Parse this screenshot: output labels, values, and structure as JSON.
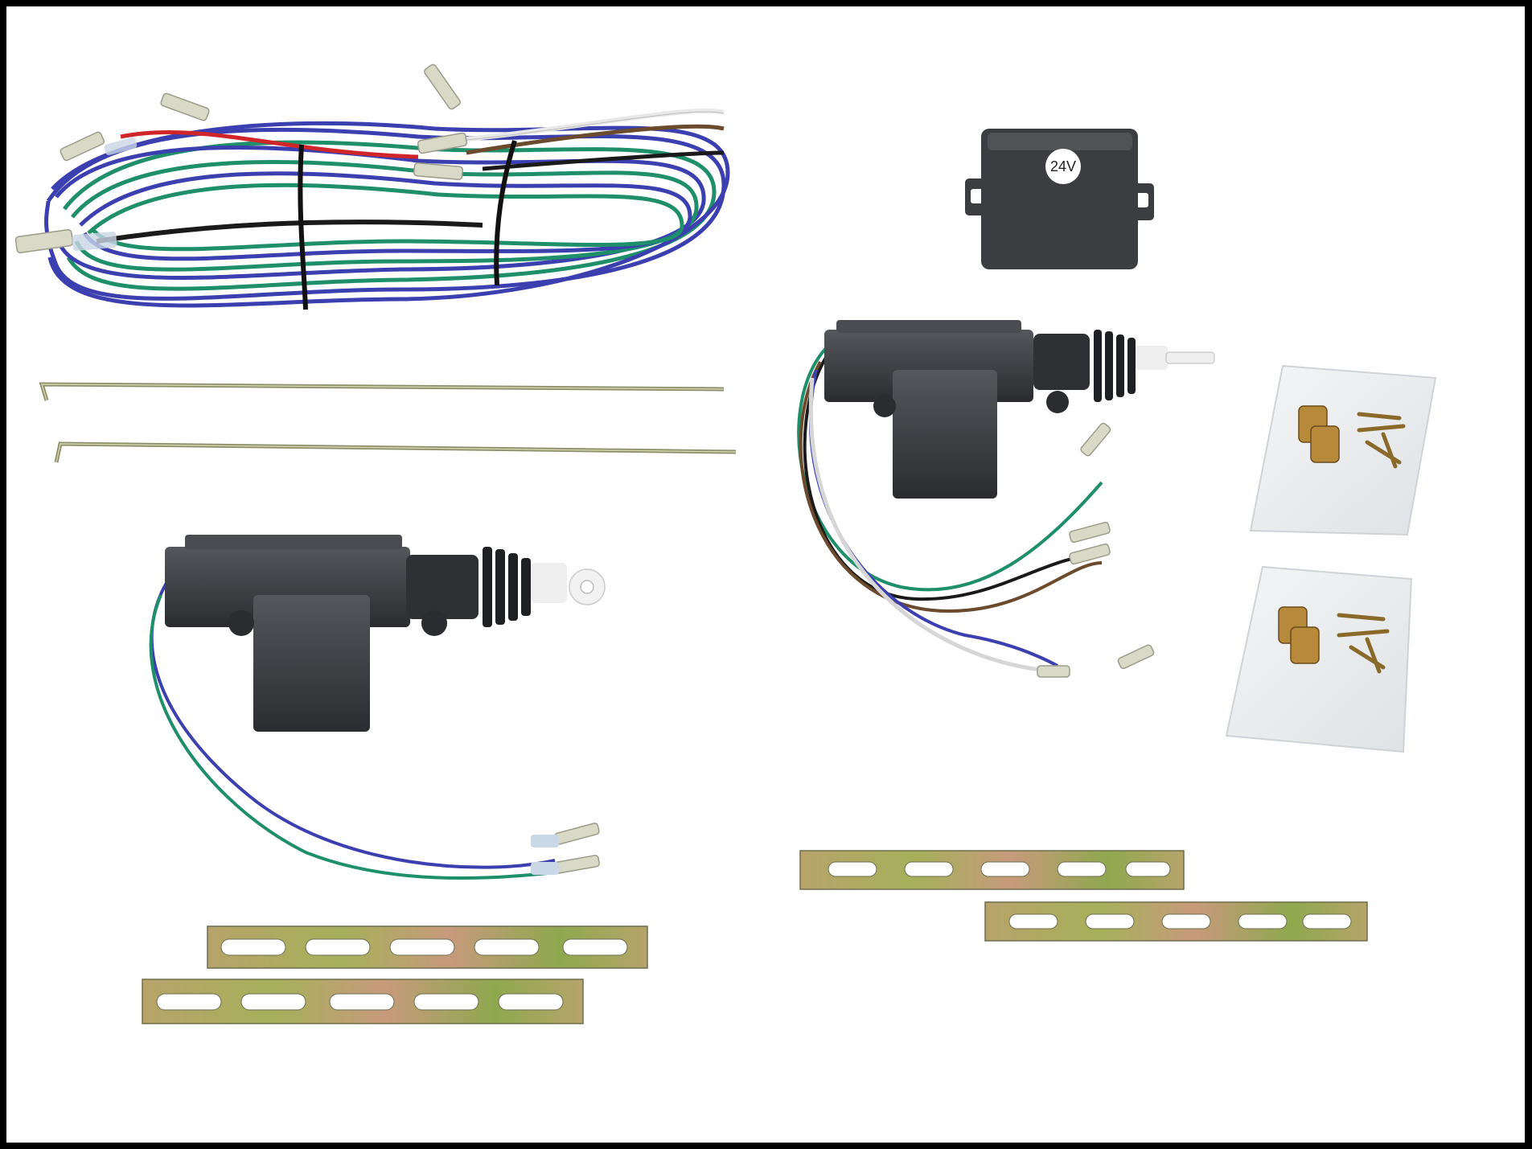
{
  "photo": {
    "module": {
      "voltage_label": "24V"
    },
    "colors": {
      "background": "#ffffff",
      "frame": "#000000",
      "actuator_body": "#3a3c40",
      "wire_blue": "#3b3fb0",
      "wire_green": "#1f8f6a",
      "wire_brown": "#6b4a2e",
      "wire_black": "#1a1a1a",
      "wire_white": "#e8e8e8",
      "wire_red": "#d0262a",
      "bracket": "#9aa060",
      "rod": "#8d8e6a",
      "module_body": "#3b3d40"
    },
    "items": [
      "wiring-harness",
      "control-module",
      "actuator-5-wire",
      "actuator-2-wire",
      "actuator-rod",
      "mounting-bracket",
      "hardware-bag"
    ]
  }
}
